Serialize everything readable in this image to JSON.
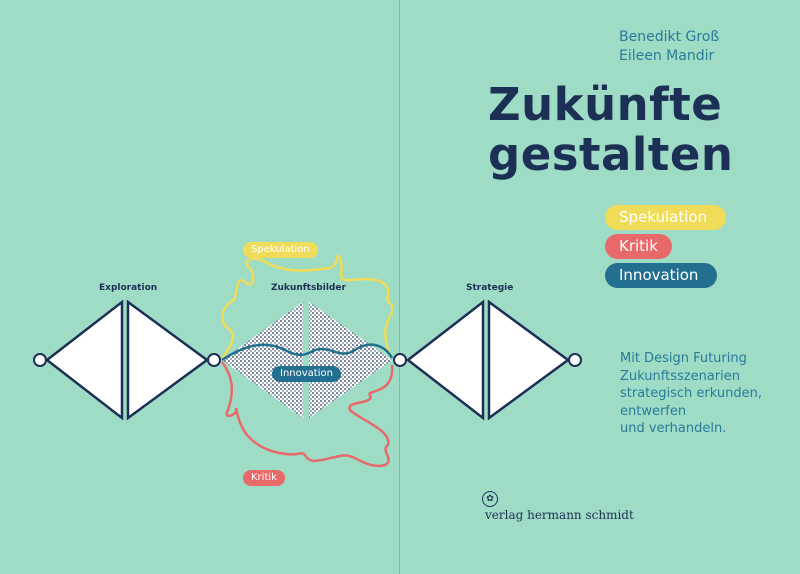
{
  "authors": [
    "Benedikt Groß",
    "Eileen Mandir"
  ],
  "title": [
    "Zukünfte",
    "gestalten"
  ],
  "pills": [
    {
      "label": "Spekulation",
      "color": "#f0dc58"
    },
    {
      "label": "Kritik",
      "color": "#e8696a"
    },
    {
      "label": "Innovation",
      "color": "#226f8f"
    }
  ],
  "blurb": "Mit Design Futuring\nZukunftsszenarien\nstrategisch erkunden,\nentwerfen\nund verhandeln.",
  "publisher": "verlag hermann schmidt",
  "diagram": {
    "stages": [
      "Exploration",
      "Zukunftsbilder",
      "Strategie"
    ],
    "tags": {
      "spekulation": "Spekulation",
      "innovation": "Innovation",
      "kritik": "Kritik"
    }
  },
  "colors": {
    "background": "#9fdcc6",
    "navy": "#1c2f55",
    "yellow": "#f0dc58",
    "red": "#e8696a",
    "blue": "#226f8f"
  }
}
